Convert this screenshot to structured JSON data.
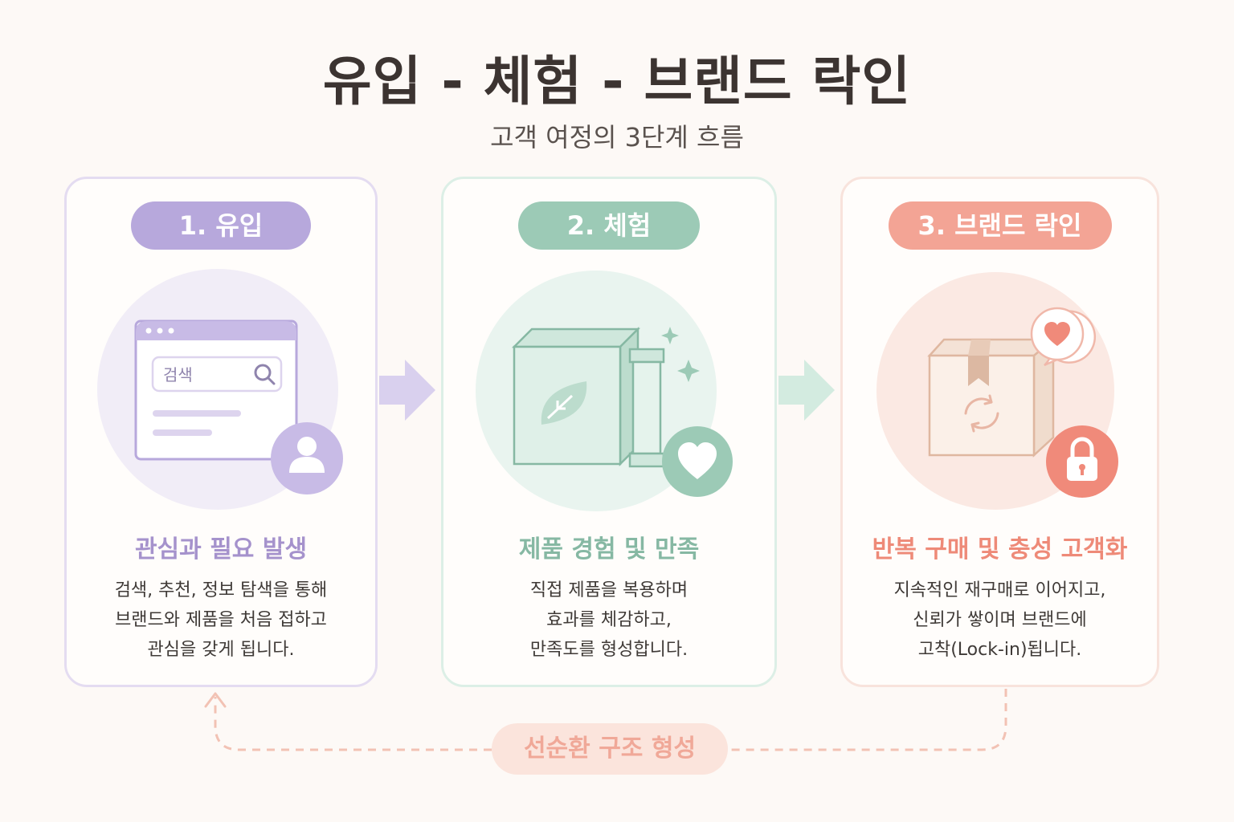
{
  "title": "유입 - 체험 - 브랜드 락인",
  "subtitle": "고객 여정의 3단계 흐름",
  "stages": [
    {
      "badge": "1. 유입",
      "heading": "관심과 필요 발생",
      "description": [
        "검색, 추천, 정보 탐색을 통해",
        "브랜드와 제품을 처음 접하고",
        "관심을 갖게 됩니다."
      ],
      "search_label": "검색",
      "accent": "#b7a8dc"
    },
    {
      "badge": "2. 체험",
      "heading": "제품 경험 및 만족",
      "description": [
        "직접 제품을 복용하며",
        "효과를 체감하고,",
        "만족도를 형성합니다."
      ],
      "accent": "#9ccab6"
    },
    {
      "badge": "3. 브랜드 락인",
      "heading": "반복 구매 및 충성 고객화",
      "description": [
        "지속적인 재구매로 이어지고,",
        "신뢰가 쌓이며 브랜드에",
        "고착(Lock-in)됩니다."
      ],
      "accent": "#f3a495"
    }
  ],
  "loop_label": "선순환 구조 형성"
}
